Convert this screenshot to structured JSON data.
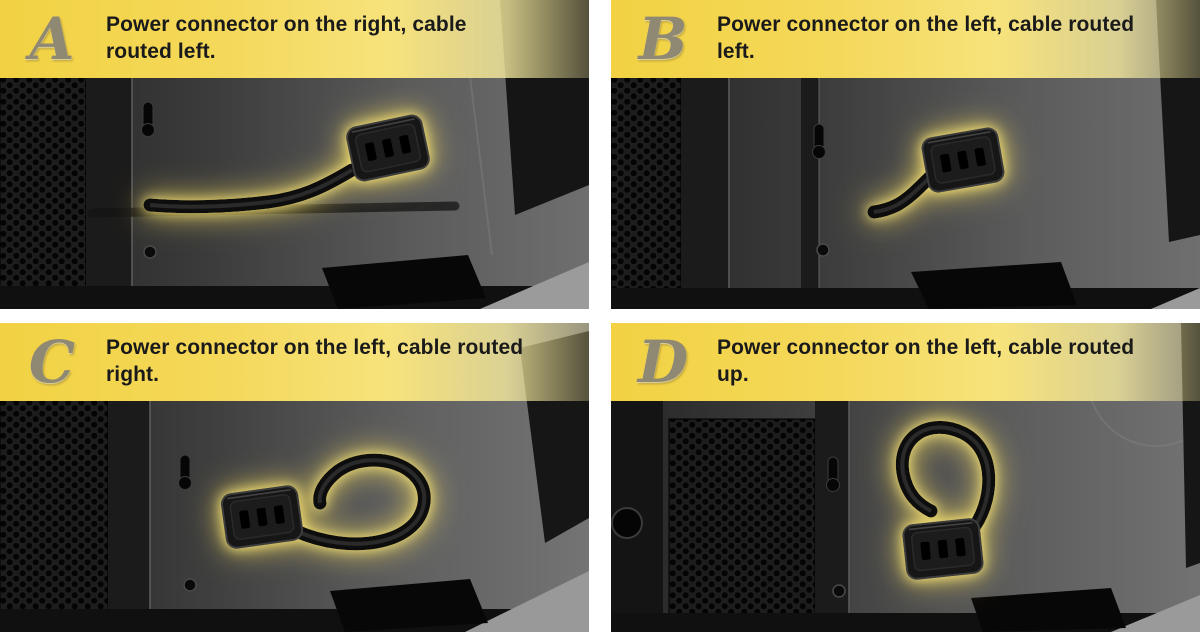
{
  "panels": [
    {
      "letter": "A",
      "caption": "Power connector on the right, cable routed left."
    },
    {
      "letter": "B",
      "caption": "Power connector on the left, cable routed left."
    },
    {
      "letter": "C",
      "caption": "Power connector on the left, cable routed right."
    },
    {
      "letter": "D",
      "caption": "Power connector on the left, cable routed up."
    }
  ],
  "colors": {
    "banner_yellow": "#f2d243",
    "banner_fade": "#faeea0",
    "letter": "#8f8872",
    "caption_text": "#1a1a1a",
    "cable_glow": "#f7e06a",
    "case_dark": "#1b1b1b"
  }
}
